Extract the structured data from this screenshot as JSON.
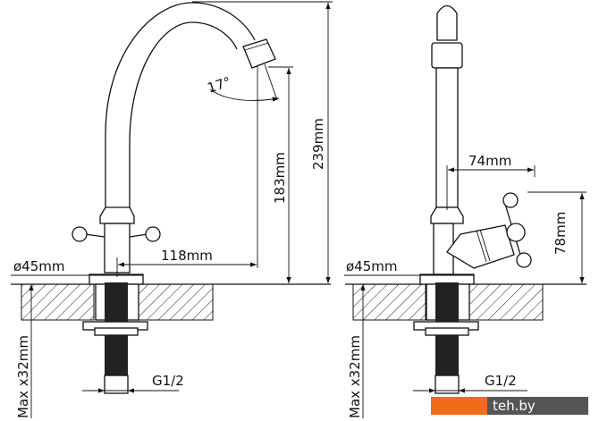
{
  "front_view": {
    "height_total": "239mm",
    "spout_height": "183mm",
    "spout_reach": "118mm",
    "spout_angle": "17°",
    "flange_diameter": "ø45mm",
    "max_counter_thickness": "Max x32mm",
    "thread": "G1/2"
  },
  "side_view": {
    "handle_reach": "74mm",
    "handle_height": "78mm",
    "flange_diameter": "ø45mm",
    "max_counter_thickness": "Max x32mm",
    "thread": "G1/2"
  },
  "watermark": {
    "text": "teh.by",
    "color_orange": "#f26a1b",
    "color_gray": "#555555"
  }
}
